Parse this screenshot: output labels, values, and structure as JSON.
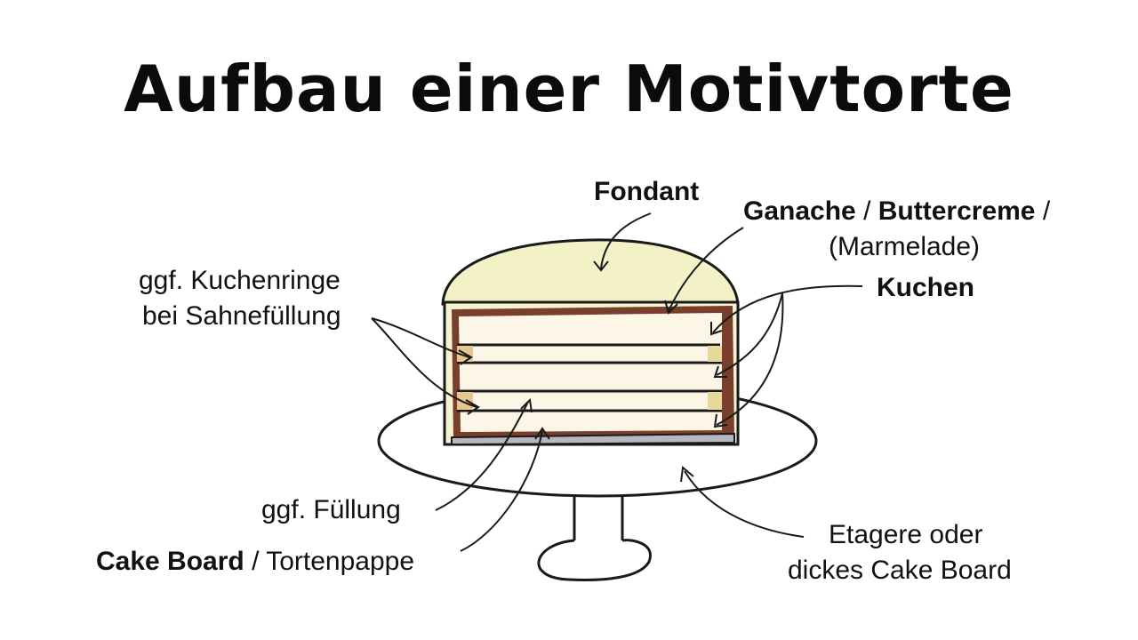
{
  "title": "Aufbau einer Motivtorte",
  "labels": {
    "fondant": "Fondant",
    "ganache_bold1": "Ganache",
    "sep1": " / ",
    "ganache_bold2": "Buttercreme",
    "sep2": " /",
    "marmelade": "(Marmelade)",
    "kuchen": "Kuchen",
    "kuchenringe_line1": "ggf. Kuchenringe",
    "kuchenringe_line2": "bei Sahnefüllung",
    "fuellung": "ggf. Füllung",
    "cakeboard_bold": "Cake Board",
    "cakeboard_rest": " / Tortenpappe",
    "etagere_line1": "Etagere oder",
    "etagere_line2": "dickes Cake Board"
  },
  "colors": {
    "fondant_fill": "#f3f2c6",
    "chocolate": "#7a3f2c",
    "cake_cream": "#fbf6e6",
    "board": "#b7b7c2",
    "ink": "#1a1a1a"
  }
}
